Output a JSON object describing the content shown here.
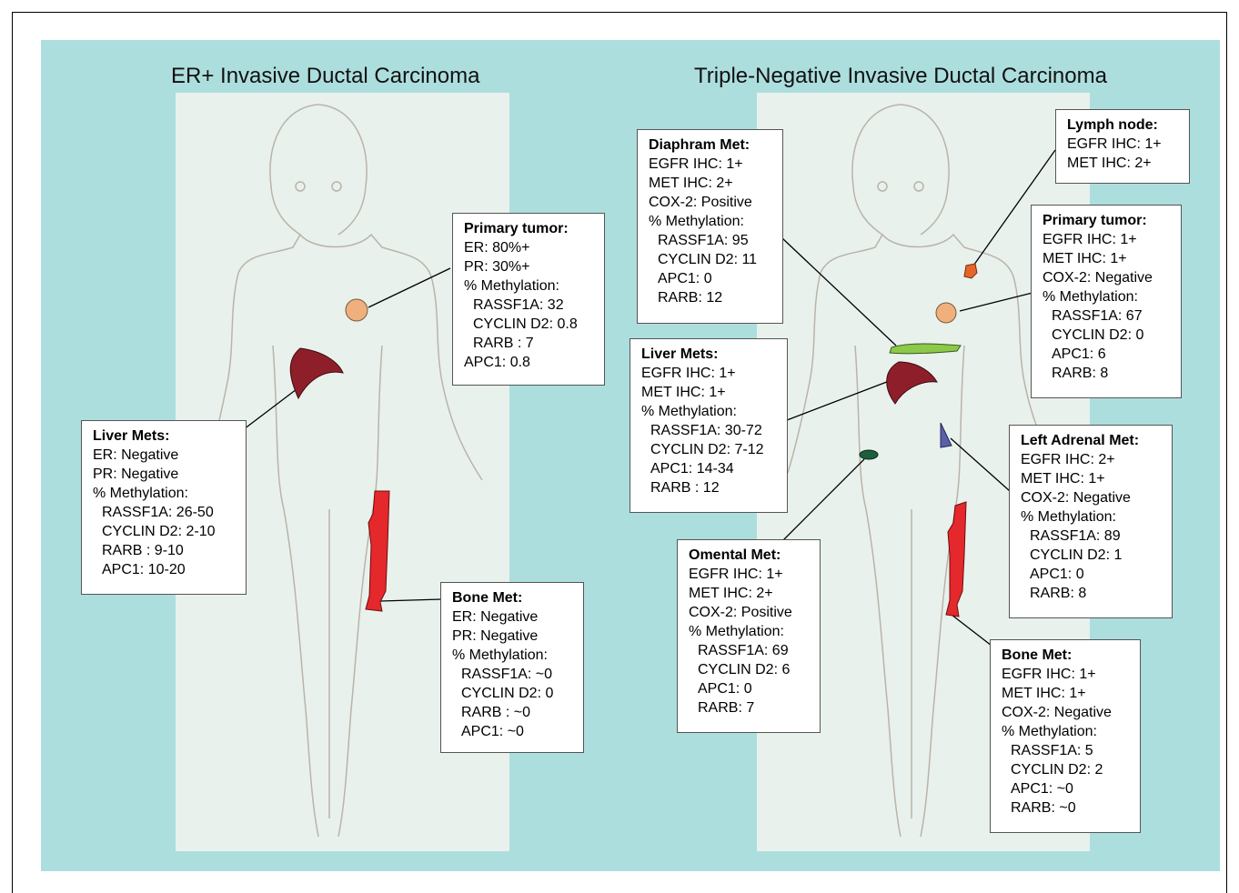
{
  "titles": {
    "left": "ER+ Invasive Ductal Carcinoma",
    "right": "Triple-Negative Invasive Ductal Carcinoma"
  },
  "colors": {
    "panel": "#addede",
    "body_bg": "#e9f1ed",
    "tumor": "#efb07e",
    "liver": "#8e1f2a",
    "bone": "#e4282b",
    "diaphragm": "#8cc84a",
    "omentum": "#1f5e3a",
    "adrenal": "#5a60a8",
    "lymph": "#e2662c"
  },
  "er": {
    "primary": {
      "title": "Primary tumor:",
      "l1": "ER: 80%+",
      "l2": "PR: 30%+",
      "l3": "% Methylation:",
      "l4": "RASSF1A: 32",
      "l5": "CYCLIN D2: 0.8",
      "l6": "RARB :  7",
      "l7": "APC1:  0.8"
    },
    "liver": {
      "title": "Liver Mets:",
      "l1": "ER: Negative",
      "l2": "PR: Negative",
      "l3": "% Methylation:",
      "l4": "RASSF1A:  26-50",
      "l5": "CYCLIN D2: 2-10",
      "l6": "RARB :  9-10",
      "l7": "APC1:  10-20"
    },
    "bone": {
      "title": "Bone Met:",
      "l1": "ER: Negative",
      "l2": "PR: Negative",
      "l3": "% Methylation:",
      "l4": "RASSF1A: ~0",
      "l5": "CYCLIN D2:  0",
      "l6": "RARB :   ~0",
      "l7": "APC1:  ~0"
    }
  },
  "tn": {
    "diaphragm": {
      "title": "Diaphram Met:",
      "l1": "EGFR IHC: 1+",
      "l2": "MET IHC: 2+",
      "l3": "COX-2: Positive",
      "l4": "% Methylation:",
      "l5": "RASSF1A: 95",
      "l6": "CYCLIN D2: 11",
      "l7": "APC1:  0",
      "l8": "RARB:  12"
    },
    "lymph": {
      "title": "Lymph node:",
      "l1": "EGFR IHC: 1+",
      "l2": "MET IHC: 2+"
    },
    "primary": {
      "title": "Primary tumor:",
      "l1": "EGFR IHC: 1+",
      "l2": "MET IHC: 1+",
      "l3": "COX-2: Negative",
      "l4": "% Methylation:",
      "l5": "RASSF1A: 67",
      "l6": "CYCLIN D2: 0",
      "l7": "APC1:  6",
      "l8": "RARB:  8"
    },
    "liver": {
      "title": "Liver Mets:",
      "l1": "EGFR IHC: 1+",
      "l2": "MET IHC: 1+",
      "l3": "% Methylation:",
      "l4": "RASSF1A: 30-72",
      "l5": "CYCLIN D2: 7-12",
      "l6": "APC1:  14-34",
      "l7": "RARB :  12"
    },
    "adrenal": {
      "title": "Left Adrenal Met:",
      "l1": "EGFR IHC: 2+",
      "l2": "MET IHC: 1+",
      "l3": "COX-2: Negative",
      "l4": "% Methylation:",
      "l5": "RASSF1A: 89",
      "l6": "CYCLIN D2: 1",
      "l7": "APC1:  0",
      "l8": "RARB:  8"
    },
    "omental": {
      "title": "Omental Met:",
      "l1": "EGFR IHC: 1+",
      "l2": "MET IHC: 2+",
      "l3": "COX-2: Positive",
      "l4": "% Methylation:",
      "l5": "RASSF1A: 69",
      "l6": "CYCLIN D2: 6",
      "l7": "APC1:  0",
      "l8": "RARB:  7"
    },
    "bone": {
      "title": "Bone Met:",
      "l1": "EGFR IHC: 1+",
      "l2": "MET IHC: 1+",
      "l3": "COX-2: Negative",
      "l4": "% Methylation:",
      "l5": "RASSF1A: 5",
      "l6": "CYCLIN D2: 2",
      "l7": "APC1:  ~0",
      "l8": "RARB:  ~0"
    }
  }
}
